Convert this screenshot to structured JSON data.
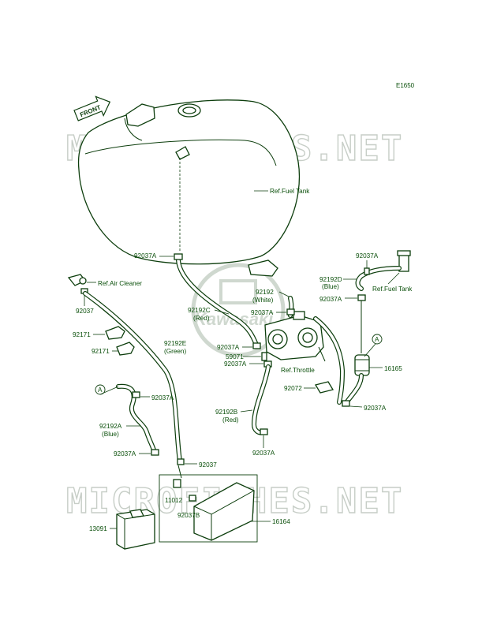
{
  "diagram_code": "E1650",
  "front_arrow": "FRONT",
  "watermark": "MICROFICHES.NET",
  "logo_text": "Kawasaki",
  "ref_labels": {
    "fuel_tank": "Ref.Fuel Tank",
    "air_cleaner": "Ref.Air Cleaner",
    "fuel_tank_right": "Ref.Fuel Tank",
    "throttle": "Ref.Throttle"
  },
  "callout_A": "A",
  "parts": {
    "p92037A_tank": "92037A",
    "p92037_air": "92037",
    "p92171_1": "92171",
    "p92171_2": "92171",
    "p92192E_code": "92192E",
    "p92192E_color": "(Green)",
    "p92192C_code": "92192C",
    "p92192C_color": "(Red)",
    "p92192_code": "92192",
    "p92192_color": "(White)",
    "p92037A_mid1": "92037A",
    "p92037A_mid2": "92037A",
    "p59071": "59071",
    "p92037A_mid3": "92037A",
    "p92037A_right_top": "92037A",
    "p92192D_code": "92192D",
    "p92192D_color": "(Blue)",
    "p92037A_right2": "92037A",
    "p16165": "16165",
    "p92072": "92072",
    "p92037A_right3": "92037A",
    "p92192B_code": "92192B",
    "p92192B_color": "(Red)",
    "p92037A_bottom_mid": "92037A",
    "p92037A_left1": "92037A",
    "p92192A_code": "92192A",
    "p92192A_color": "(Blue)",
    "p92037A_left2": "92037A",
    "p92037_left": "92037",
    "p11012": "11012",
    "p92037B": "92037B",
    "p13091": "13091",
    "p16164": "16164"
  }
}
